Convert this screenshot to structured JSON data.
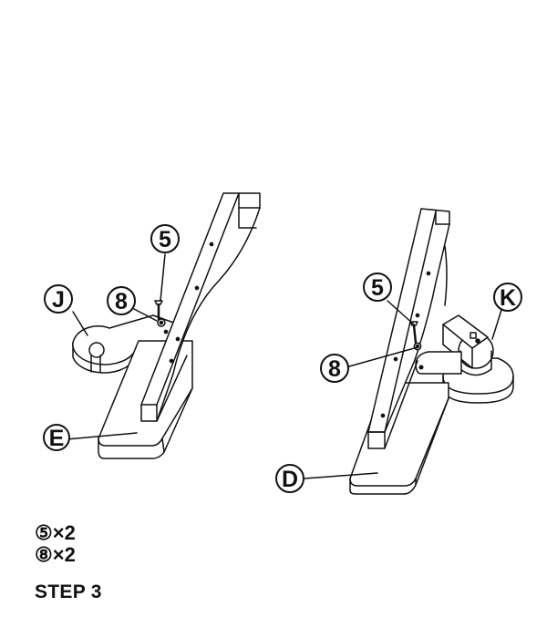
{
  "labels": {
    "part_j": "J",
    "part_e": "E",
    "part_k": "K",
    "part_d": "D",
    "screw_left": "5",
    "washer_left": "8",
    "screw_right": "5",
    "washer_right": "8"
  },
  "hardware": [
    {
      "symbol": "⑤",
      "qty": "×2"
    },
    {
      "symbol": "⑧",
      "qty": "×2"
    }
  ],
  "step_title": "STEP 3",
  "colors": {
    "line": "#111111",
    "background": "#ffffff"
  }
}
